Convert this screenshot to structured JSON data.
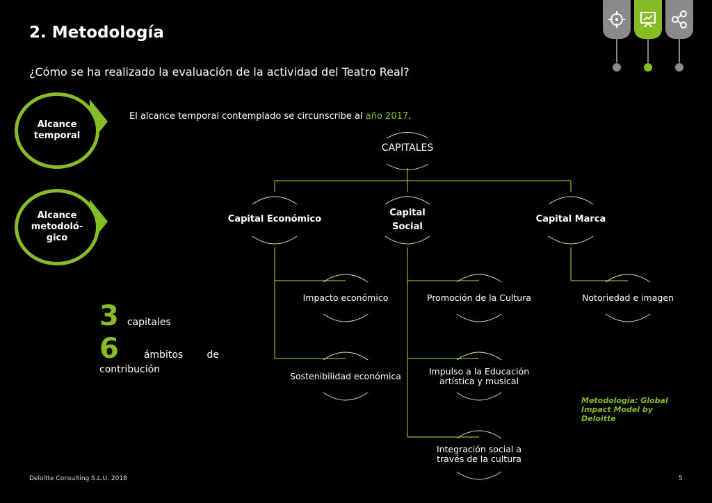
{
  "title": "2. Metodología",
  "subtitle": "¿Cómo se ha realizado la evaluación de la actividad del Teatro Real?",
  "nav": {
    "icons": [
      "target-icon",
      "presentation-icon",
      "share-icon"
    ],
    "active_index": 1
  },
  "alcance_temporal": {
    "label_line1": "Alcance",
    "label_line2": "temporal",
    "text_prefix": "El alcance temporal contemplado se circunscribe al ",
    "text_highlight": "año 2017",
    "text_suffix": "."
  },
  "alcance_metodologico": {
    "label_line1": "Alcance",
    "label_line2": "metodoló-",
    "label_line3": "gico"
  },
  "tree": {
    "root": "CAPITALES",
    "capital_economico": "Capital Económico",
    "capital_social_line1": "Capital",
    "capital_social_line2": "Social",
    "capital_marca": "Capital Marca",
    "impacto_economico": "Impacto económico",
    "sostenibilidad_economica": "Sostenibilidad económica",
    "promocion_cultura": "Promoción de la Cultura",
    "impulso_line1": "Impulso a la Educación",
    "impulso_line2": "artística y musical",
    "integracion_line1": "Integración social a",
    "integracion_line2": "través de la cultura",
    "notoriedad": "Notoriedad e imagen"
  },
  "stats": {
    "capitales_num": "3",
    "capitales_label": "capitales",
    "ambitos_num": "6",
    "ambitos_label_a": "ámbitos",
    "ambitos_label_b": "de",
    "ambitos_label_c": "contribución"
  },
  "note": {
    "line1": "Metodología: Global",
    "line2": "Impact Model by",
    "line3": "Deloitte"
  },
  "footer": {
    "company": "Deloitte Consulting S.L.U. 2018",
    "page": "5"
  },
  "colors": {
    "accent": "#86bc25",
    "gray": "#8a8a8a",
    "background": "#000000"
  }
}
